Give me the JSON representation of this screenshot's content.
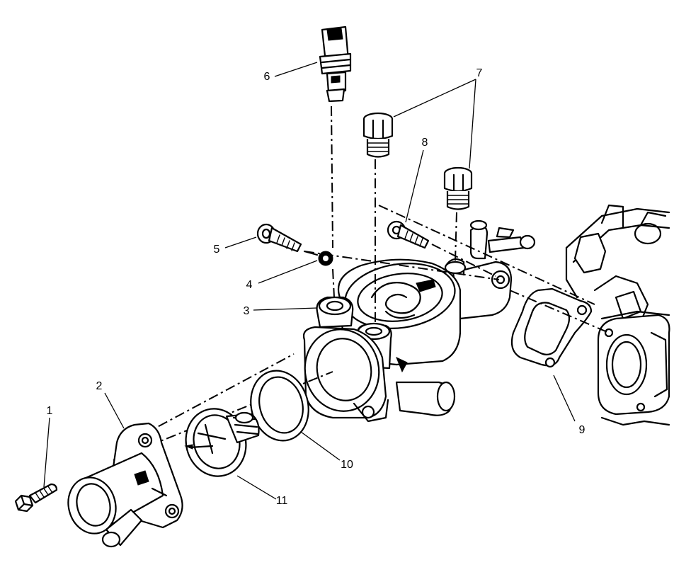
{
  "callouts": [
    {
      "id": "1",
      "label": "1"
    },
    {
      "id": "2",
      "label": "2"
    },
    {
      "id": "3",
      "label": "3"
    },
    {
      "id": "4",
      "label": "4"
    },
    {
      "id": "5",
      "label": "5"
    },
    {
      "id": "6",
      "label": "6"
    },
    {
      "id": "7",
      "label": "7"
    },
    {
      "id": "8",
      "label": "8"
    },
    {
      "id": "9",
      "label": "9"
    },
    {
      "id": "10",
      "label": "10"
    },
    {
      "id": "11",
      "label": "11"
    }
  ],
  "icons": {
    "bolt": "bolt-icon",
    "thermostat_housing": "thermostat-housing-icon",
    "thermostat": "thermostat-icon",
    "seal_ring": "seal-ring-icon",
    "gasket": "gasket-icon",
    "sensor": "temperature-sensor-icon",
    "plug": "plug-icon",
    "washer": "washer-icon",
    "manifold": "manifold-icon"
  },
  "colors": {
    "ink": "#000000",
    "paper": "#ffffff"
  }
}
